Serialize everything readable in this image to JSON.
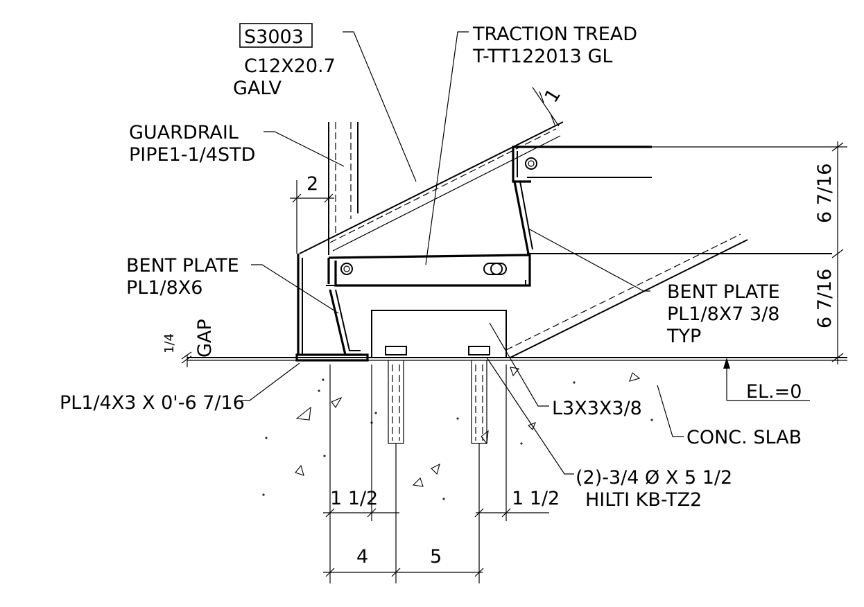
{
  "labels": {
    "tag": "S3003",
    "channel_size": "C12X20.7",
    "channel_finish": "GALV",
    "tread_title": "TRACTION TREAD",
    "tread_part": "T-TT122013 GL",
    "guardrail_title": "GUARDRAIL",
    "guardrail_pipe": "PIPE1-1/4STD",
    "bent_plate_left_title": "BENT PLATE",
    "bent_plate_left_size": "PL1/8X6",
    "bent_plate_right_title": "BENT PLATE",
    "bent_plate_right_size": "PL1/8X7 3/8",
    "bent_plate_right_typ": "TYP",
    "gap_value": "1/4",
    "gap_word": "GAP",
    "base_plate": "PL1/4X3 X 0'-6 7/16",
    "angle": "L3X3X3/8",
    "slab": "CONC. SLAB",
    "elevation": "EL.=0",
    "anchor_qty": "(2)-3/4 Ø X 5 1/2",
    "anchor_type": "HILTI KB-TZ2"
  },
  "dimensions": {
    "tread_thickness": "1",
    "rail_offset": "2",
    "riser_upper": "6 7/16",
    "riser_lower": "6 7/16",
    "edge_left": "1 1/2",
    "edge_right": "1 1/2",
    "spacing_4": "4",
    "spacing_5": "5"
  }
}
